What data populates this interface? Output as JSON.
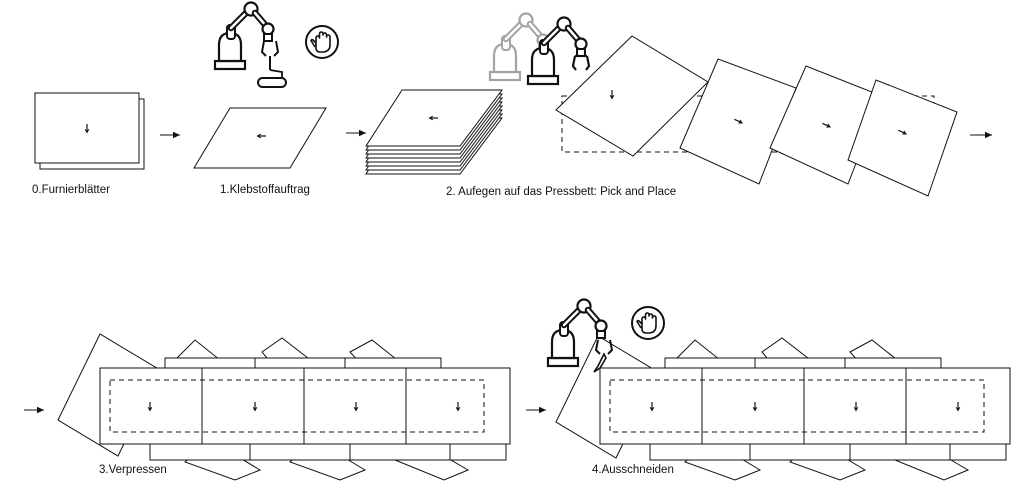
{
  "steps": [
    {
      "id": "furnierblaetter",
      "label": "0.Furnierblätter"
    },
    {
      "id": "klebstoffauftrag",
      "label": "1.Klebstoffauftrag"
    },
    {
      "id": "pick-and-place",
      "label": "2. Aufegen auf das Pressbett: Pick and Place"
    },
    {
      "id": "verpressen",
      "label": "3.Verpressen"
    },
    {
      "id": "ausschneiden",
      "label": "4.Ausschneiden"
    }
  ],
  "icons": {
    "robot": "robot-arm-icon",
    "hand": "hand-stop-icon",
    "arrow": "arrow-right-icon",
    "roller": "glue-roller-icon",
    "gripper": "gripper-icon",
    "cutter": "cutter-tool-icon",
    "grain": "grain-direction-icon"
  },
  "colors": {
    "line": "#111111",
    "ghost": "#b5b5b5",
    "background": "#ffffff"
  }
}
